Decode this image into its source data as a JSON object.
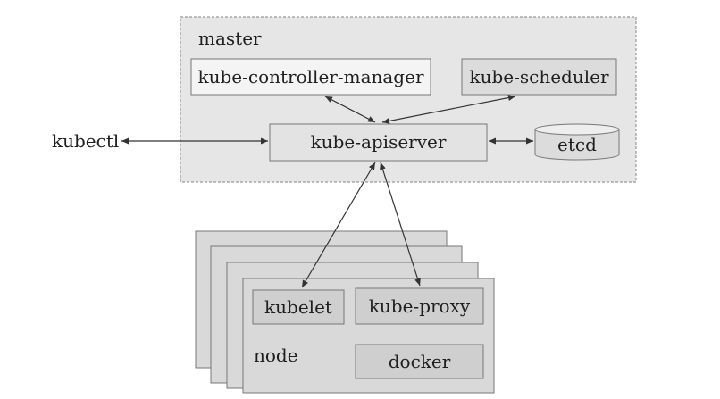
{
  "master": {
    "label": "master",
    "components": {
      "controller_manager": "kube-controller-manager",
      "scheduler": "kube-scheduler",
      "apiserver": "kube-apiserver",
      "etcd": "etcd"
    }
  },
  "external": {
    "kubectl": "kubectl"
  },
  "node": {
    "label": "node",
    "components": {
      "kubelet": "kubelet",
      "kube_proxy": "kube-proxy",
      "docker": "docker"
    }
  },
  "colors": {
    "master_fill": "#e6e6e6",
    "master_border": "#9a9a9a",
    "box_fill_light": "#f4f4f4",
    "box_fill": "#dcdcdc",
    "node_fill": "#d9d9d9",
    "stroke": "#555555",
    "arrow": "#333333"
  }
}
